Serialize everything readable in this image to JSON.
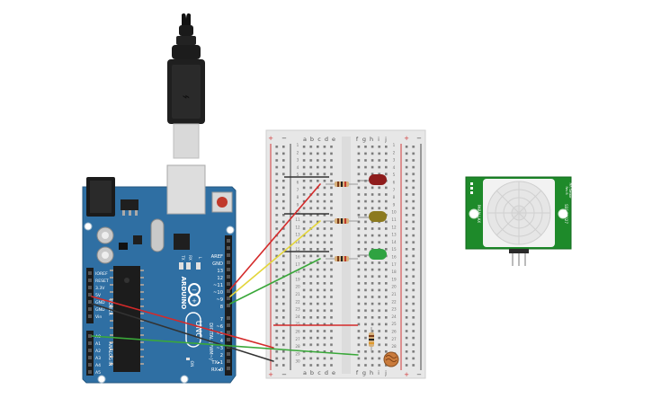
{
  "arduino": {
    "brand": "ARDUINO",
    "model": "UNO",
    "digital_label": "DIGITAL (PWM~)",
    "analog_label": "ANALOG IN",
    "power_label": "POWER",
    "on_label": "ON",
    "tx_label": "TX",
    "rx_label": "RX",
    "l_label": "L",
    "top_pins": [
      "AREF",
      "GND",
      "13",
      "12",
      "~11",
      "~10",
      "~9",
      "8"
    ],
    "bottom_pins": [
      "7",
      "~6",
      "~5",
      "4",
      "~3",
      "2",
      "TX▸1",
      "RX◂0"
    ],
    "power_pins": [
      "IOREF",
      "RESET",
      "3.3V",
      "5V",
      "GND",
      "GND",
      "Vin"
    ],
    "analog_pins": [
      "A0",
      "A1",
      "A2",
      "A3",
      "A4",
      "A5"
    ]
  },
  "breadboard": {
    "columns": [
      "a",
      "b",
      "c",
      "d",
      "e",
      "f",
      "g",
      "h",
      "i",
      "j"
    ],
    "plus": "+",
    "minus": "−",
    "rows": [
      "1",
      "2",
      "3",
      "4",
      "5",
      "6",
      "7",
      "8",
      "9",
      "10",
      "11",
      "12",
      "13",
      "14",
      "15",
      "16",
      "17",
      "18",
      "19",
      "20",
      "21",
      "22",
      "23",
      "24",
      "25",
      "26",
      "27",
      "28",
      "29",
      "30"
    ]
  },
  "pir": {
    "part_number": "SSS-28027",
    "board_label": "PARALLAX",
    "side_label": "PIR Sensor",
    "side_label2": "Rev B"
  },
  "colors": {
    "wire_red": "#d42a2a",
    "wire_yellow": "#e3d53a",
    "wire_green": "#3aa83a",
    "wire_black": "#333333",
    "led_red": "#8e1c1c",
    "led_yellow": "#8c7a1f",
    "led_green": "#2fa341",
    "arduino_blue": "#2f6fa3",
    "pir_green": "#1e8a2a"
  }
}
